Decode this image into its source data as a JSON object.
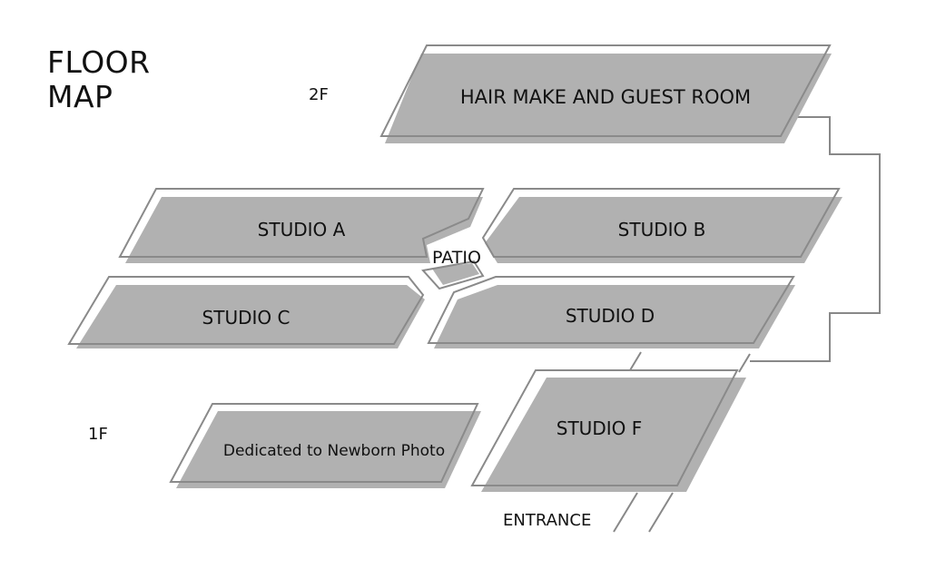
{
  "map": {
    "title_line1": "FLOOR",
    "title_line2": "MAP",
    "floors": {
      "upper": "2F",
      "lower": "1F"
    },
    "rooms": {
      "hair_make": "HAIR MAKE AND GUEST ROOM",
      "studio_a": "STUDIO A",
      "studio_b": "STUDIO B",
      "studio_c": "STUDIO C",
      "studio_d": "STUDIO D",
      "studio_f": "STUDIO F",
      "patio": "PATIO",
      "newborn": "Dedicated to Newborn Photo"
    },
    "entrance": "ENTRANCE"
  },
  "colors": {
    "room_fill": "#b1b1b1",
    "outline": "#8a8a8a",
    "line": "#888888",
    "text": "#111111"
  }
}
